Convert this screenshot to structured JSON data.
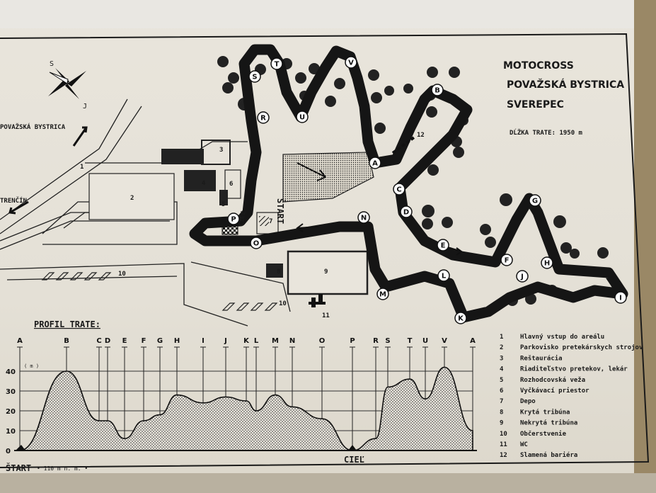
{
  "title": {
    "line1": "MOTOCROSS",
    "line2": "POVAŽSKÁ BYSTRICA",
    "line3": "SVEREPEC"
  },
  "track_length": "DĹŽKA TRATE: 1950 m",
  "compass": {
    "north": "S",
    "south": "J"
  },
  "directions": {
    "bystrica": "POVAŽSKÁ BYSTRICA",
    "trencin": "TRENČÍN"
  },
  "labels": {
    "start_vertical": "ŠTART",
    "finish_map": "CIEĽ",
    "profile_title": "PROFIL TRATE:",
    "start_bottom": "ŠTART",
    "altitude_note": "• 110 m n. m. •",
    "finish_bottom": "CIEĽ",
    "unit": "( m )"
  },
  "checkpoints": [
    "A",
    "B",
    "C",
    "D",
    "E",
    "F",
    "G",
    "H",
    "J",
    "K",
    "L",
    "M",
    "N",
    "O",
    "P",
    "R",
    "S",
    "T",
    "U",
    "V",
    "I"
  ],
  "area_numbers": [
    "1",
    "2",
    "3",
    "4",
    "5",
    "6",
    "7",
    "8",
    "9",
    "10",
    "10",
    "11",
    "12"
  ],
  "legend": [
    {
      "no": "1",
      "text": "Hlavný vstup do areálu"
    },
    {
      "no": "2",
      "text": "Parkovisko pretekárskych strojov"
    },
    {
      "no": "3",
      "text": "Reštaurácia"
    },
    {
      "no": "4",
      "text": "Riaditeľstvo pretekov, lekár"
    },
    {
      "no": "5",
      "text": "Rozhodcovská veža"
    },
    {
      "no": "6",
      "text": "Vyčkávací priestor"
    },
    {
      "no": "7",
      "text": "Depo"
    },
    {
      "no": "8",
      "text": "Krytá tribúna"
    },
    {
      "no": "9",
      "text": "Nekrytá tribúna"
    },
    {
      "no": "10",
      "text": "Občerstvenie"
    },
    {
      "no": "11",
      "text": "WC"
    },
    {
      "no": "12",
      "text": "Slamená bariéra"
    }
  ],
  "profile": {
    "y_ticks": [
      "0",
      "10",
      "20",
      "30",
      "40"
    ],
    "stations": [
      "A",
      "B",
      "C",
      "D",
      "E",
      "F",
      "G",
      "H",
      "I",
      "J",
      "K",
      "L",
      "M",
      "N",
      "O",
      "P",
      "R",
      "S",
      "T",
      "U",
      "V",
      "A"
    ],
    "elevations_m": [
      0,
      40,
      15,
      15,
      6,
      15,
      18,
      28,
      24,
      27,
      25,
      20,
      28,
      22,
      16,
      0,
      6,
      32,
      36,
      26,
      42,
      10
    ]
  }
}
